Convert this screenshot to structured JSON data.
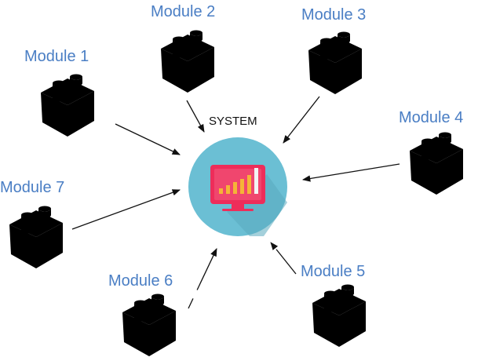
{
  "system": {
    "title": "SYSTEM",
    "circle_color": "#6bbfd4",
    "monitor_color": "#ee2d5a",
    "bar_color": "#f5b437",
    "icon": "monitor-chart-icon"
  },
  "modules": [
    {
      "label": "Module 1",
      "icon": "lego-brick-icon",
      "color": "#4a7ec4"
    },
    {
      "label": "Module 2",
      "icon": "lego-brick-icon",
      "color": "#4a7ec4"
    },
    {
      "label": "Module 3",
      "icon": "lego-brick-icon",
      "color": "#4a7ec4"
    },
    {
      "label": "Module 4",
      "icon": "lego-brick-icon",
      "color": "#4a7ec4"
    },
    {
      "label": "Module 5",
      "icon": "lego-brick-icon",
      "color": "#4a7ec4"
    },
    {
      "label": "Module 6",
      "icon": "lego-brick-icon",
      "color": "#4a7ec4"
    },
    {
      "label": "Module 7",
      "icon": "lego-brick-icon",
      "color": "#4a7ec4"
    }
  ]
}
